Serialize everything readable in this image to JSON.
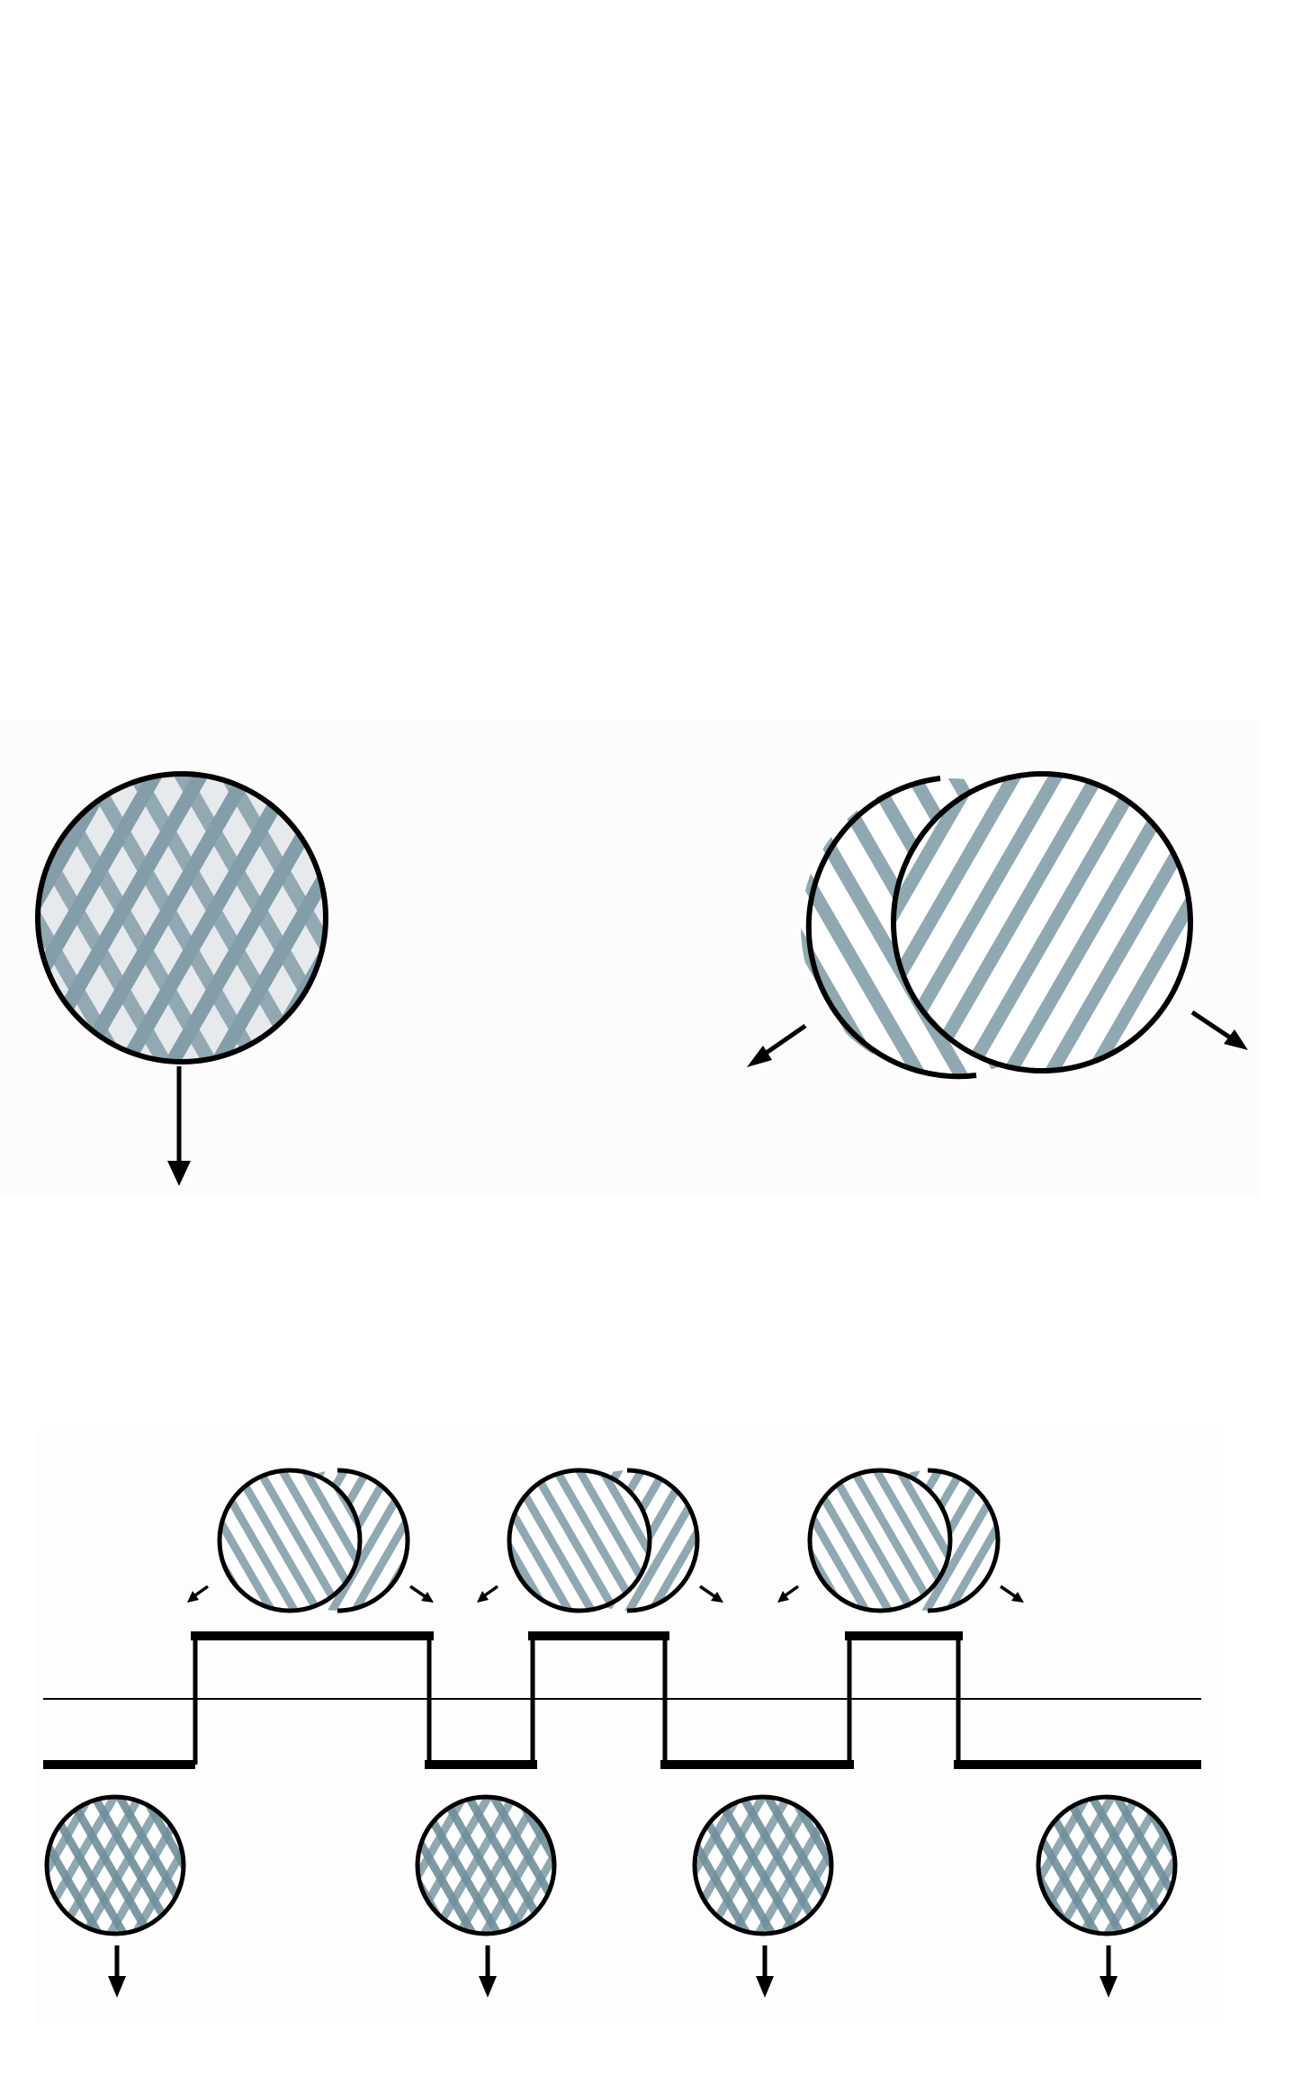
{
  "diagram": {
    "colors": {
      "background": "#ffffff",
      "panel": "#fcfcfc",
      "stripe": "#8fa8b2",
      "stripe_dark": "#49707e",
      "line": "#000000"
    },
    "top_left_state": {
      "icon": "crosshatched-circle-icon",
      "arrow_direction": "down"
    },
    "top_right_state": {
      "icon": "split-striped-circles-icon",
      "arrow_directions": [
        "down-left",
        "down-right"
      ]
    },
    "timing": {
      "high_pulse_count": 3,
      "low_segment_count": 4,
      "signal_levels": [
        "low",
        "high"
      ],
      "has_threshold_line": true
    }
  }
}
